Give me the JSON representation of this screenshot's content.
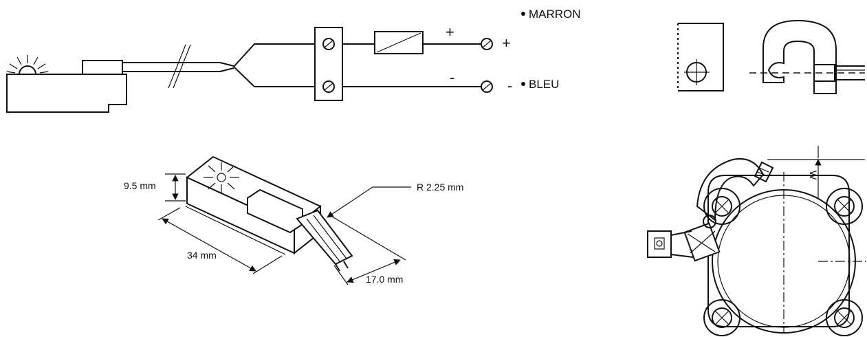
{
  "wiring": {
    "wire_brown": "MARRON",
    "wire_blue": "BLEU",
    "plus_symbol": "+",
    "minus_symbol": "-"
  },
  "dimensions": {
    "height": "9.5 mm",
    "length": "34 mm",
    "width": "17.0 mm",
    "radius": "R 2.25 mm"
  },
  "mount": {
    "offset_label": "W"
  }
}
